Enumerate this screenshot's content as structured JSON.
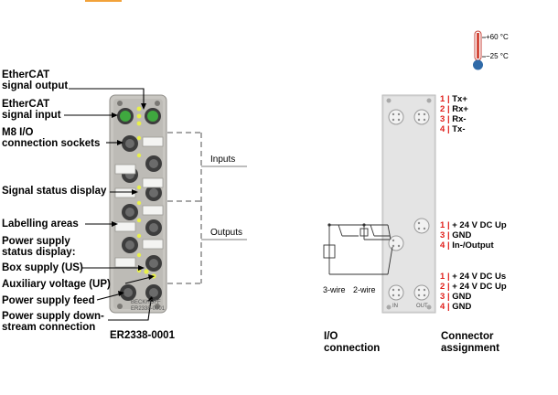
{
  "left_labels": {
    "ethercat_output": [
      "EtherCAT",
      "signal output"
    ],
    "ethercat_input": [
      "EtherCAT",
      "signal input"
    ],
    "m8_sockets": [
      "M8 I/O",
      "connection sockets"
    ],
    "signal_status": "Signal status display",
    "labelling": "Labelling areas",
    "ps_status": [
      "Power supply",
      "status display:"
    ],
    "box_supply": "Box supply (US)",
    "aux_voltage": "Auxiliary voltage (UP)",
    "ps_feed": "Power supply feed",
    "ps_downstream": [
      "Power supply down-",
      "stream connection"
    ]
  },
  "group_labels": {
    "inputs": "Inputs",
    "outputs": "Outputs"
  },
  "module_name": "ER2338-0001",
  "module_text": {
    "brand": "BECKHOFF",
    "model": "ER2338-0001",
    "in": "IN",
    "out": "OUT"
  },
  "temperature": {
    "max": "+60 °C",
    "min": "−25 °C"
  },
  "bottom_captions": {
    "io": [
      "I/O",
      "connection"
    ],
    "assignment": [
      "Connector",
      "assignment"
    ]
  },
  "wire_labels": {
    "three": "3-wire",
    "two": "2-wire"
  },
  "pin_groups": {
    "ethercat": [
      {
        "n": "1",
        "t": "Tx+"
      },
      {
        "n": "2",
        "t": "Rx+"
      },
      {
        "n": "3",
        "t": "Rx-"
      },
      {
        "n": "4",
        "t": "Tx-"
      }
    ],
    "io": [
      {
        "n": "1",
        "t": "+ 24 V DC Up"
      },
      {
        "n": "3",
        "t": "GND"
      },
      {
        "n": "4",
        "t": "In-/Output"
      }
    ],
    "power": [
      {
        "n": "1",
        "t": "+ 24 V DC Us"
      },
      {
        "n": "2",
        "t": "+ 24 V DC Up"
      },
      {
        "n": "3",
        "t": "GND"
      },
      {
        "n": "4",
        "t": "GND"
      }
    ]
  },
  "colors": {
    "accent_red": "#e0201c",
    "brace_gray": "#a7a7a7",
    "led_yellow": "#e8f04a",
    "led_green": "#3fa83f"
  }
}
